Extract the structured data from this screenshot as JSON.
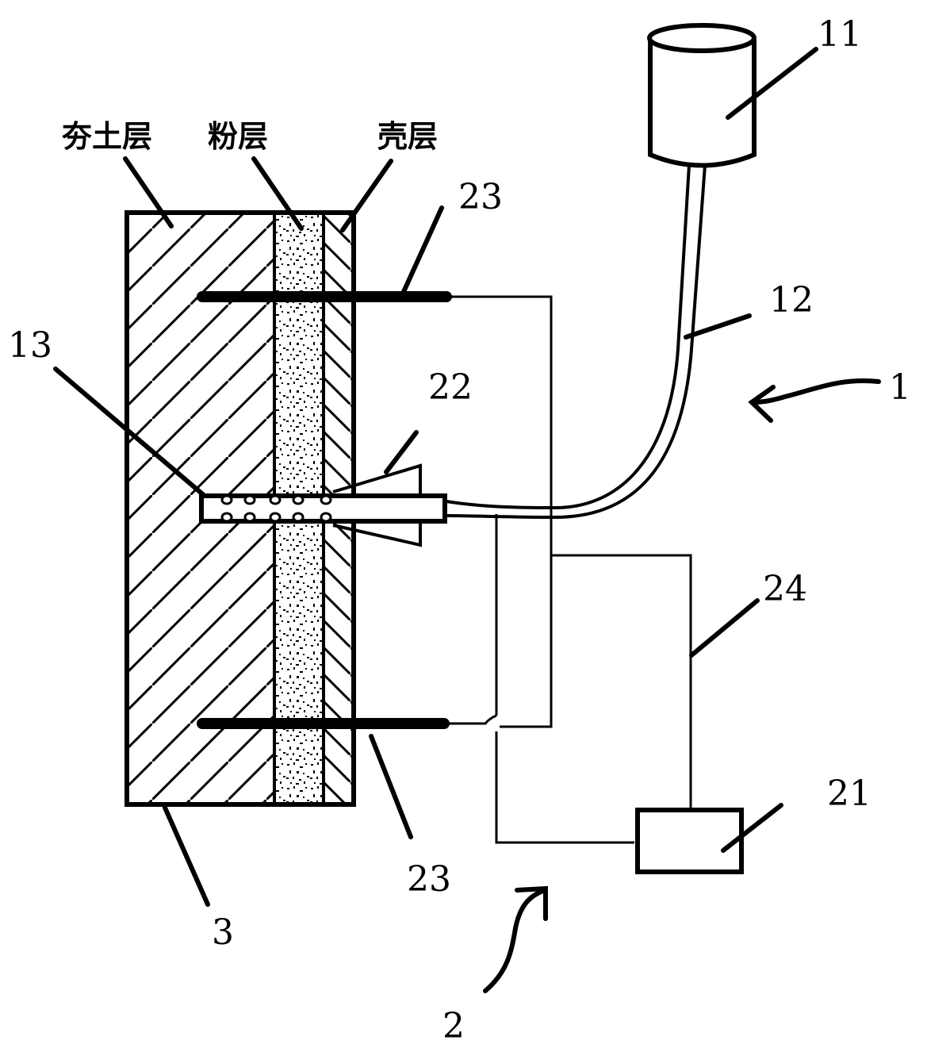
{
  "layers": {
    "rammed_earth": "夯土层",
    "powder": "粉层",
    "shell": "壳层"
  },
  "labels": {
    "l11": "11",
    "l12": "12",
    "l13": "13",
    "l1": "1",
    "l22": "22",
    "l23_top": "23",
    "l23_bottom": "23",
    "l24": "24",
    "l21": "21",
    "l3": "3",
    "l2": "2"
  },
  "colors": {
    "ink": "#000000",
    "background": "#ffffff"
  }
}
